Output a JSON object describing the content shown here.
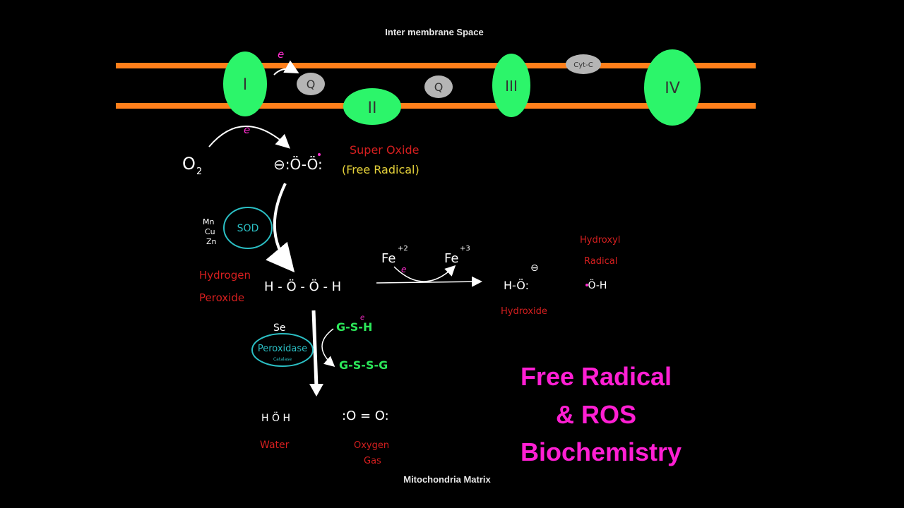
{
  "labels": {
    "intermembrane": "Inter membrane Space",
    "matrix": "Mitochondria Matrix"
  },
  "complexes": {
    "c1": "I",
    "c2": "II",
    "c3": "III",
    "c4": "IV",
    "q1": "Q",
    "q2": "Q",
    "cytc": "Cyt-C"
  },
  "electron": "e",
  "superoxide": {
    "o2": "O",
    "o2_sub": "2",
    "formula": "⊖:Ö-Ö:",
    "name": "Super Oxide",
    "sub": "(Free Radical)"
  },
  "sod": {
    "label": "SOD",
    "metals": [
      "Mn",
      "Cu",
      "Zn"
    ]
  },
  "peroxide": {
    "name1": "Hydrogen",
    "name2": "Peroxide",
    "formula": "H - Ö - Ö - H"
  },
  "fenton": {
    "fe2": "Fe",
    "fe2_sup": "+2",
    "fe3": "Fe",
    "fe3_sup": "+3"
  },
  "hydroxide": {
    "formula": "H-Ö:",
    "charge": "⊖",
    "name": "Hydroxide"
  },
  "hydroxyl": {
    "name1": "Hydroxyl",
    "name2": "Radical",
    "formula": "·Ö-H"
  },
  "peroxidase": {
    "cofactor": "Se",
    "label": "Peroxidase",
    "sub": "Catalase"
  },
  "glutathione": {
    "reduced": "G-S-H",
    "oxidized": "G-S-S-G"
  },
  "products": {
    "water_formula": "H Ö H",
    "water": "Water",
    "oxygen_formula": ":O = O:",
    "oxygen1": "Oxygen",
    "oxygen2": "Gas"
  },
  "title": {
    "line1": "Free Radical",
    "line2": "&  ROS",
    "line3": "Biochemistry"
  },
  "colors": {
    "membrane": "#ff7f1a",
    "complex": "#2cf56a",
    "quinone": "#b5b5b5",
    "electron": "#ff2ecf",
    "red_text": "#d61f1f",
    "yellow_text": "#e6d23a",
    "cyan": "#2bbfc4",
    "green_text": "#2ce85a",
    "title": "#ff1fd3"
  }
}
